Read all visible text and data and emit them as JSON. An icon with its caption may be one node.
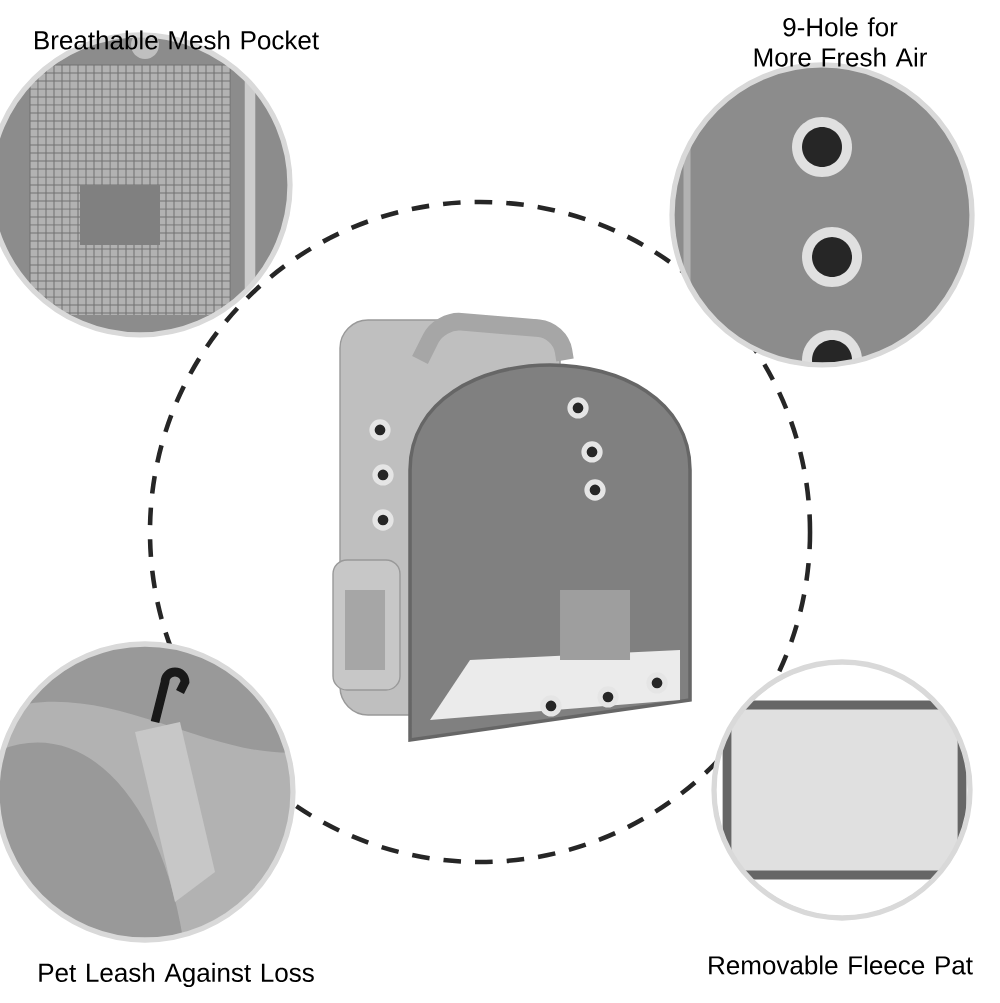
{
  "diagram": {
    "nodes": [
      {
        "text": [
          "Breathable Mesh Pocket"
        ]
      },
      {
        "text": [
          "9-Hole for More Fresh Air"
        ]
      },
      {
        "text": [
          "Pet Leash Against Loss"
        ]
      },
      {
        "text": [
          "Removable Fleece Pat"
        ]
      },
      {
        "text": [],
        "shape": "picture"
      }
    ]
  }
}
